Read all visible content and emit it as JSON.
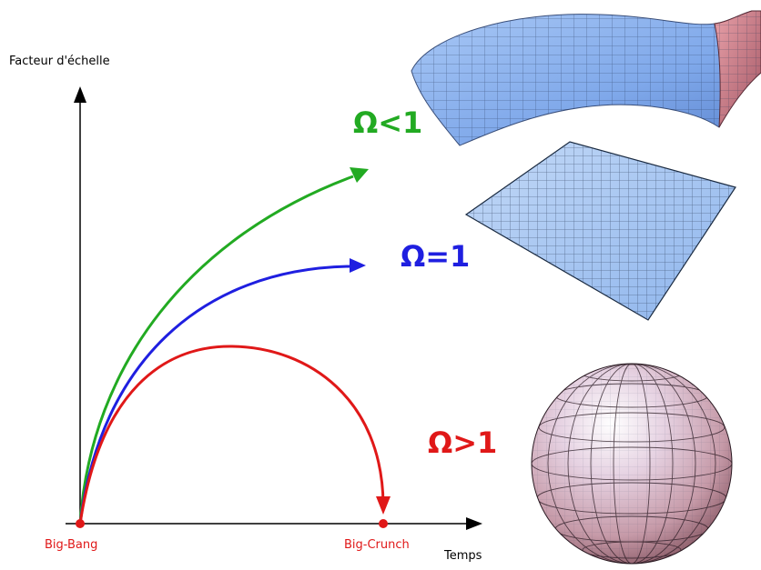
{
  "axes": {
    "y_label": "Facteur d'échelle",
    "x_label": "Temps"
  },
  "events": {
    "start": "Big-Bang",
    "end": "Big-Crunch"
  },
  "curves": [
    {
      "id": "open",
      "label": "Ω<1",
      "color": "#22aa22",
      "surface": "saddle",
      "ends_with": "arrow-up-right"
    },
    {
      "id": "flat",
      "label": "Ω=1",
      "color": "#1f1fe0",
      "surface": "plane",
      "ends_with": "arrow-right"
    },
    {
      "id": "closed",
      "label": "Ω>1",
      "color": "#e01818",
      "surface": "sphere",
      "ends_with": "arrow-down-to-crunch"
    }
  ],
  "colors": {
    "axis": "#000000",
    "event_label": "#e01818",
    "surface_blue": "#8fb8f0",
    "surface_mesh": "#1a1a1a",
    "sphere_base": "#d8a8b8"
  }
}
